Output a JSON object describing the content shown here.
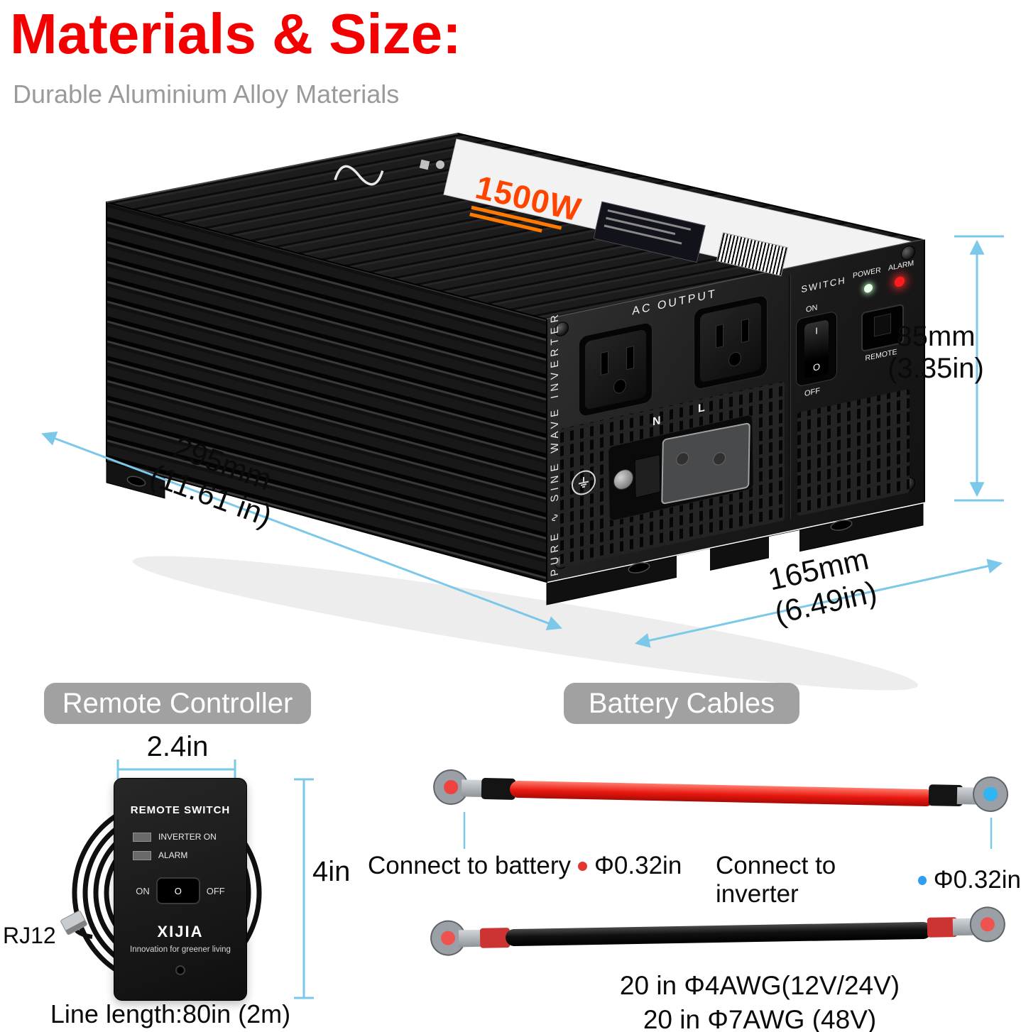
{
  "header": {
    "title": "Materials & Size:",
    "subtitle": "Durable Aluminium Alloy Materials"
  },
  "inverter": {
    "band_power": "1500W",
    "side_text": "PURE ∿ SINE WAVE INVERTER",
    "panel": {
      "ac_output": "AC OUTPUT",
      "switch_label": "SWITCH",
      "on": "ON",
      "off": "OFF",
      "rocker_i": "I",
      "rocker_o": "O",
      "power": "POWER",
      "alarm": "ALARM",
      "remote": "REMOTE",
      "terminal_n": "N",
      "terminal_l": "L"
    },
    "dims": {
      "height_mm": "85mm",
      "height_in": "(3.35in)",
      "length_mm": "295mm",
      "length_in": "(11.61 in)",
      "depth_mm": "165mm",
      "depth_in": "(6.49in)"
    }
  },
  "remote": {
    "section_title": "Remote Controller",
    "width_dim": "2.4in",
    "height_dim": "4in",
    "device_title": "REMOTE SWITCH",
    "led_inverter_on": "INVERTER ON",
    "led_alarm": "ALARM",
    "switch_on": "ON",
    "switch_off": "OFF",
    "rocker_o": "O",
    "brand": "XIJIA",
    "tagline": "Innovation for greener living",
    "connector": "RJ12",
    "line_length": "Line length:80in (2m)"
  },
  "cables": {
    "section_title": "Battery Cables",
    "battery_label": "Connect to battery",
    "battery_diameter": "Φ0.32in",
    "inverter_label": "Connect to inverter",
    "inverter_diameter": "Φ0.32in",
    "spec_line1": "20 in Φ4AWG(12V/24V)",
    "spec_line2": "20 in Φ7AWG (48V)"
  },
  "icons": {
    "sine_wave": "∿",
    "ground": "earth-ground"
  },
  "colors": {
    "title_red": "#f40000",
    "subtitle_gray": "#9a9a9a",
    "dimension_blue": "#7cc8e9",
    "section_header_gray": "#a1a1a1",
    "band_power_orange": "#ff4400",
    "alarm_led_red": "#ff1c1c",
    "cable_red": "#e8170f",
    "cable_black": "#111111",
    "ring_terminal_gray": "#9aa0a5",
    "terminal_hole_red": "#ef4340",
    "terminal_hole_blue": "#31b4f2"
  }
}
